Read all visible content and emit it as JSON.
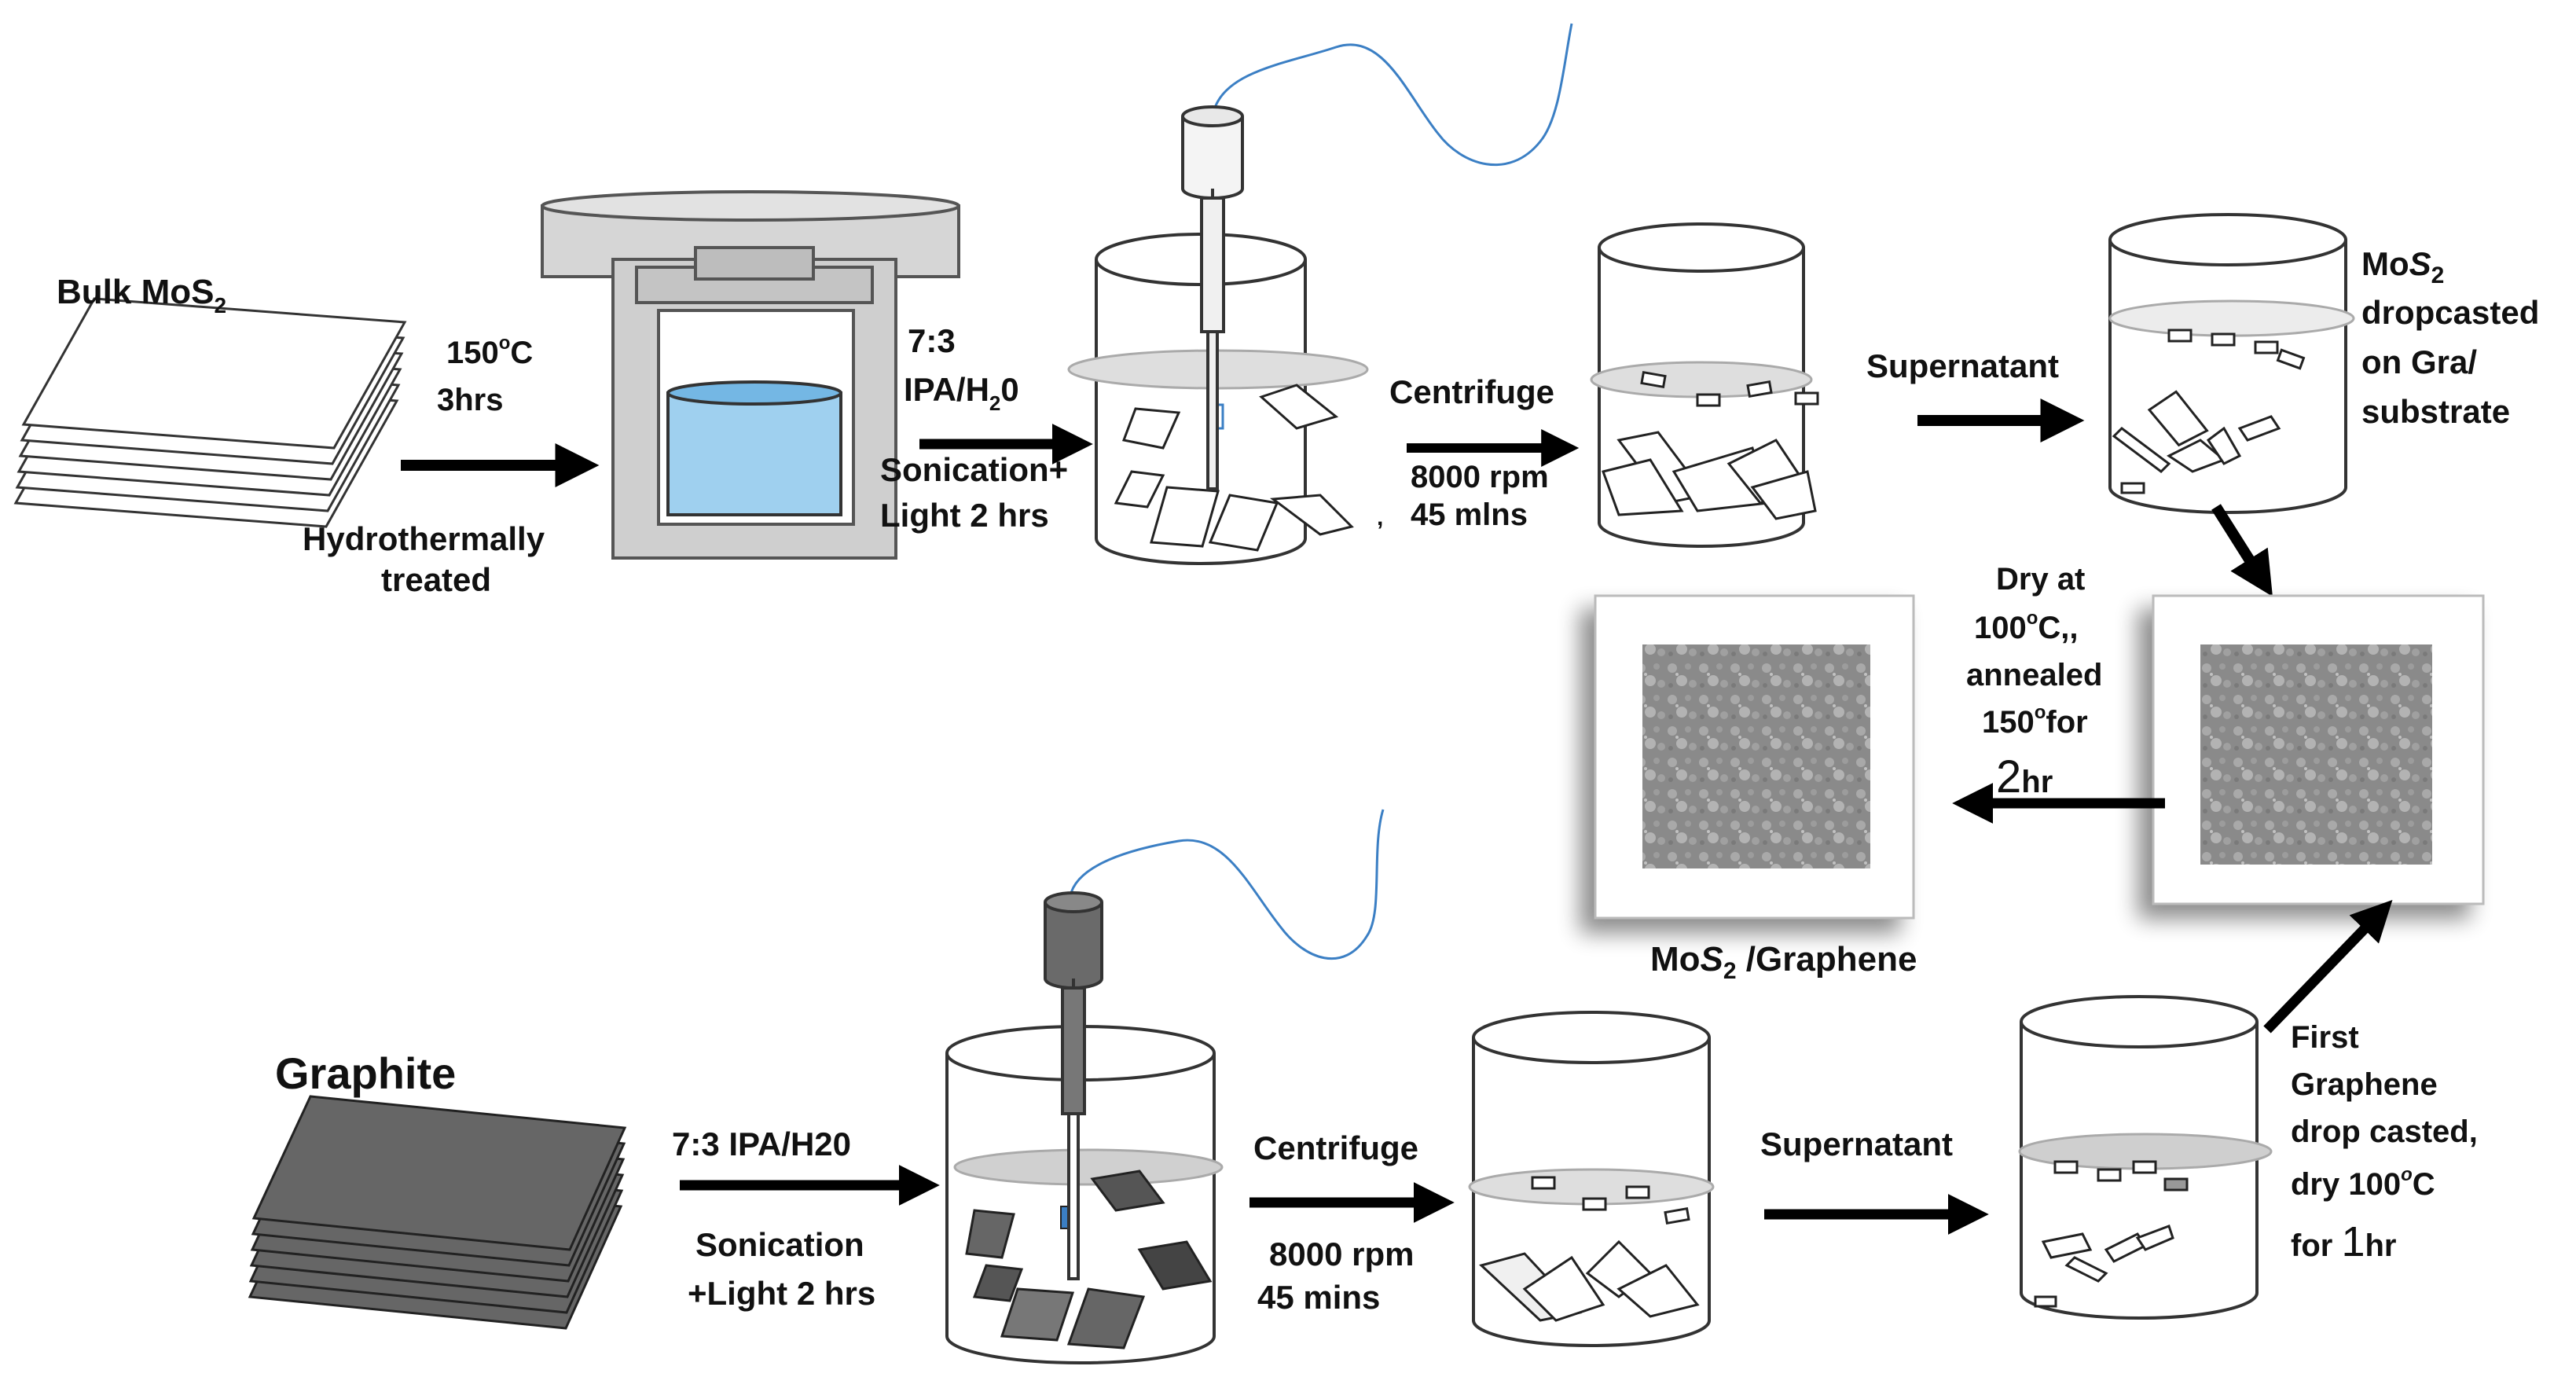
{
  "colors": {
    "stroke": "#333333",
    "arrow": "#000000",
    "vessel_gray": "#d4d4d4",
    "water_blue": "#9fd0ef",
    "liquid_surface": "#c8c8c8",
    "graphite_sheet": "#666666",
    "cable": "#3b7fc4"
  },
  "labels": {
    "bulk_mos2": "Bulk MoS",
    "bulk_mos2_sub": "2",
    "temp_150": "150",
    "temp_deg": "o",
    "temp_c": "C",
    "time_3hrs": "3hrs",
    "hydro_line1": "Hydrothermally",
    "hydro_line2": "treated",
    "ratio_top": "7:3",
    "ipa_prefix": "IPA/H",
    "ipa_sub": "2",
    "ipa_suffix": "0",
    "sonication_top": "Sonication+",
    "light_top": "Light 2 hrs",
    "centrifuge_top": "Centrifuge",
    "rpm_top": "8000 rpm",
    "mins_top": "45 mlns",
    "supernatant_top": "Supernatant",
    "mos2_drop_mo": "Mo",
    "mos2_drop_s": "S",
    "mos2_drop_2": "2",
    "dropcasted": "dropcasted",
    "on_gra": "on  Gra/",
    "substrate": "substrate",
    "dry_at": "Dry at",
    "dry_temp": "100",
    "dry_deg": "o",
    "dry_c": "C,,",
    "annealed": "annealed",
    "anneal_temp": "150",
    "anneal_deg": "o",
    "anneal_for": "for",
    "anneal_2": "2",
    "anneal_hr": "hr",
    "composite_mo": "Mo",
    "composite_s": "S",
    "composite_2": "2",
    "composite_rest": " /Graphene",
    "graphite": "Graphite",
    "ipa_bottom": "7:3 IPA/H20",
    "sonication_bottom": "Sonication",
    "light_bottom": "+Light 2 hrs",
    "centrifuge_bottom": "Centrifuge",
    "rpm_bottom": "8000 rpm",
    "mins_bottom": "45 mins",
    "supernatant_bottom": "Supernatant",
    "first": "First",
    "graphene": "Graphene",
    "drop_casted": "drop casted,",
    "dry_100_prefix": "dry 100",
    "dry_100_deg": "o",
    "dry_100_c": "C",
    "for_prefix": "for ",
    "for_1": "1",
    "for_hr": "hr"
  }
}
